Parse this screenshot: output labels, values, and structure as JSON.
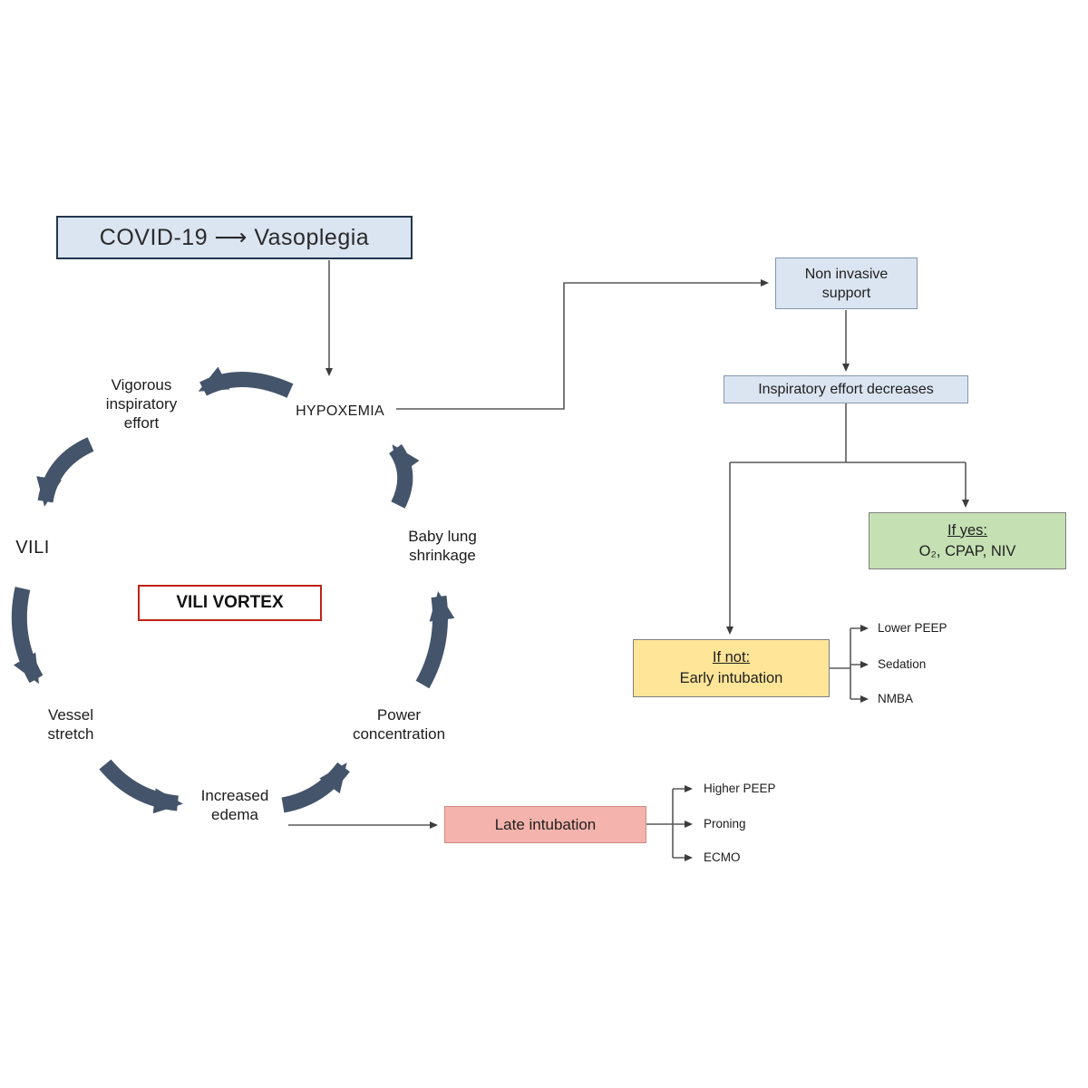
{
  "colors": {
    "light_blue_fill": "#dbe5f1",
    "blue_border": "#8496b0",
    "dark_navy_border": "#24364f",
    "green_fill": "#c5e0b3",
    "yellow_fill": "#ffe598",
    "salmon_fill": "#f4b3ac",
    "red_border": "#bf2218",
    "vortex_arrow": "#44546a"
  },
  "header": {
    "covid_box": "COVID-19  ⟶  Vasoplegia"
  },
  "vortex": {
    "center_label": "VILI VORTEX",
    "nodes": {
      "hypoxemia": "HYPOXEMIA",
      "vigorous_effort": "Vigorous\ninspiratory\neffort",
      "vili": "VILI",
      "vessel_stretch": "Vessel\nstretch",
      "increased_edema": "Increased\nedema",
      "power_concentration": "Power\nconcentration",
      "baby_lung": "Baby lung\nshrinkage"
    }
  },
  "flowchart": {
    "non_invasive": "Non invasive\nsupport",
    "effort_decreases": "Inspiratory effort decreases",
    "if_yes": {
      "title": "If yes:",
      "body": "O₂, CPAP, NIV"
    },
    "if_not": {
      "title": "If not:",
      "body": "Early intubation"
    },
    "early_options": [
      "Lower PEEP",
      "Sedation",
      "NMBA"
    ],
    "late_intubation": "Late intubation",
    "late_options": [
      "Higher PEEP",
      "Proning",
      "ECMO"
    ]
  }
}
